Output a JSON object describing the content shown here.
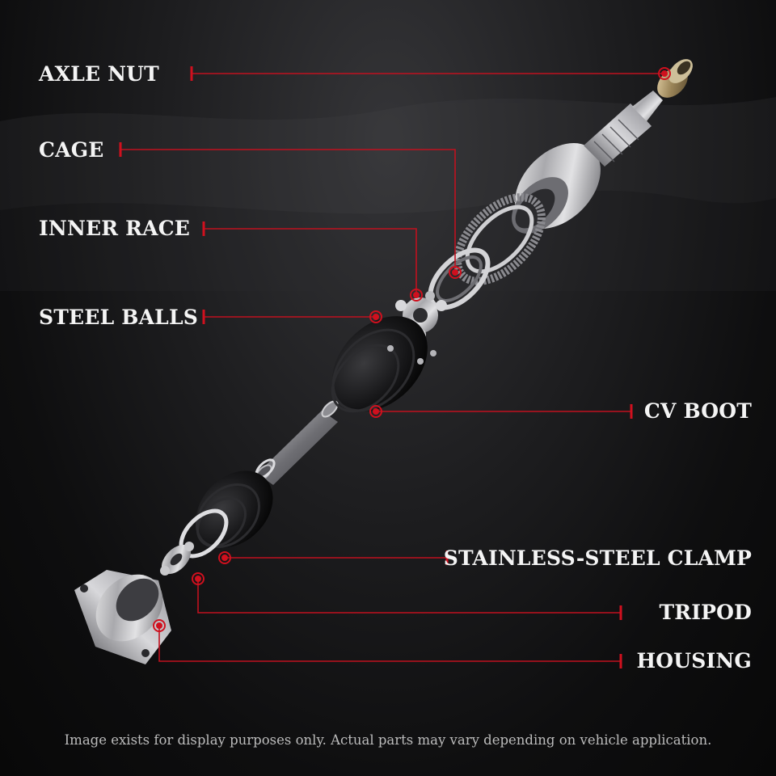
{
  "labels": {
    "axle_nut": "AXLE NUT",
    "cage": "CAGE",
    "inner_race": "INNER RACE",
    "steel_balls": "STEEL BALLS",
    "cv_boot": "CV BOOT",
    "stainless_steel_clamp": "STAINLESS-STEEL CLAMP",
    "tripod": "TRIPOD",
    "housing": "HOUSING"
  },
  "disclaimer": "Image exists for display purposes only. Actual parts may vary depending on vehicle application.",
  "colors": {
    "leader_line": "#c0111f",
    "label_text": "#f4f4f4",
    "background": "#0b0b0c"
  }
}
